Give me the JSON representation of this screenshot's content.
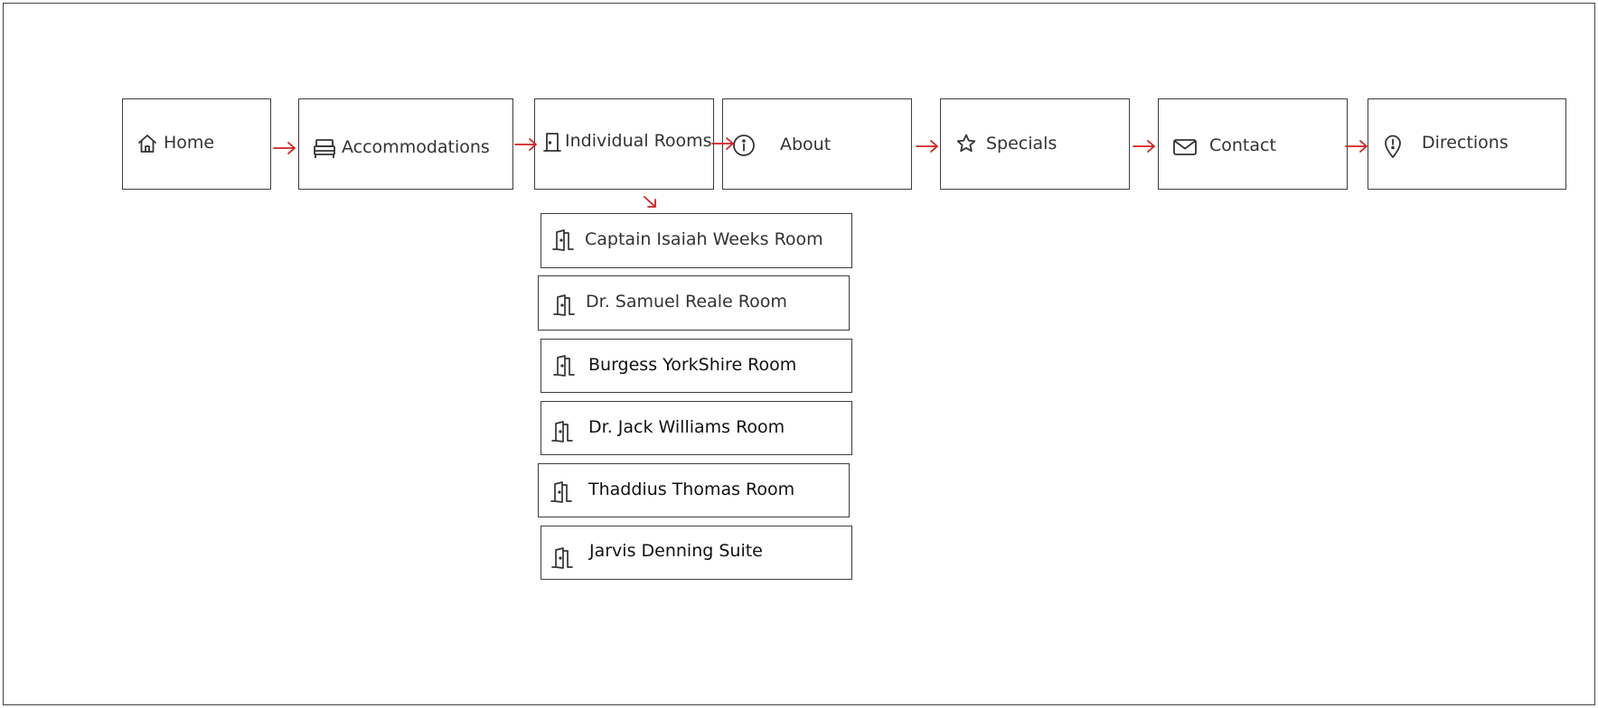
{
  "nav": {
    "items": [
      {
        "key": "home",
        "label": "Home",
        "icon": "home-icon"
      },
      {
        "key": "accommodations",
        "label": "Accommodations",
        "icon": "bed-icon"
      },
      {
        "key": "individual-rooms",
        "label": "Individual Rooms",
        "icon": "door-icon"
      },
      {
        "key": "about",
        "label": "About",
        "icon": "info-icon"
      },
      {
        "key": "specials",
        "label": "Specials",
        "icon": "star-icon"
      },
      {
        "key": "contact",
        "label": "Contact",
        "icon": "envelope-icon"
      },
      {
        "key": "directions",
        "label": "Directions",
        "icon": "map-pin-icon"
      }
    ]
  },
  "rooms": {
    "items": [
      {
        "label": "Captain Isaiah Weeks Room",
        "icon": "door-open-icon"
      },
      {
        "label": "Dr. Samuel Reale Room",
        "icon": "door-open-icon"
      },
      {
        "label": "Burgess YorkShire Room",
        "icon": "door-open-icon"
      },
      {
        "label": "Dr. Jack Williams Room",
        "icon": "door-open-icon"
      },
      {
        "label": "Thaddius Thomas Room",
        "icon": "door-open-icon"
      },
      {
        "label": "Jarvis Denning Suite",
        "icon": "door-open-icon"
      }
    ]
  },
  "colors": {
    "arrow": "#d42020",
    "border": "#3d3d3d",
    "text": "#333333"
  }
}
